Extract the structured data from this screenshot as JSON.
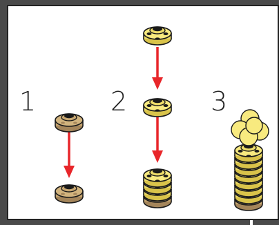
{
  "steps": [
    {
      "number": "1"
    },
    {
      "number": "2"
    },
    {
      "number": "3"
    }
  ],
  "colors": {
    "tan": "#d2b47e",
    "tan_dark": "#a4855a",
    "yellow": "#f8ea7f",
    "yellow_dark": "#d9c34a",
    "arrow": "#e8262a",
    "outline": "#1a1a1a",
    "background": "#ffffff",
    "frame": "#4a4a4a"
  }
}
